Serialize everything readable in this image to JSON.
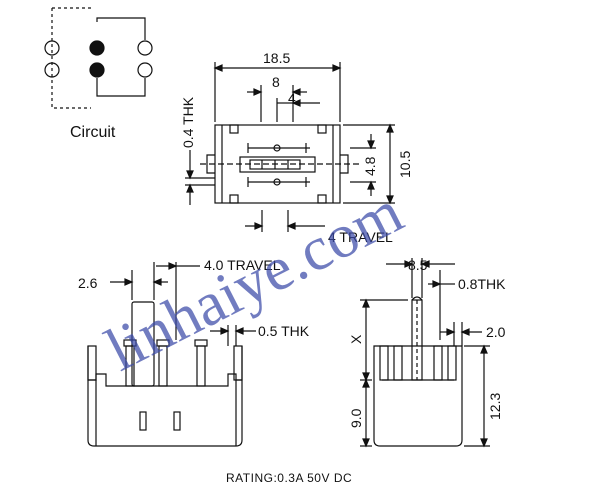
{
  "circuit": {
    "label": "Circuit"
  },
  "top_view": {
    "overall_length": "18.5",
    "pitch": "8",
    "half_pitch": "4",
    "thickness": "0.4 THK",
    "height": "10.5",
    "row_spacing": "4.8",
    "travel": "4 TRAVEL"
  },
  "front_view": {
    "actuator_width": "2.6",
    "travel": "4.0 TRAVEL",
    "terminal_thickness": "0.5 THK"
  },
  "side_view": {
    "actuator_offset": "8.5",
    "plate_thickness": "0.8THK",
    "terminal_width": "2.0",
    "actuator_height_var": "X",
    "body_height": "9.0",
    "total_height": "12.3"
  },
  "rating": "RATING:0.3A 50V DC",
  "watermark": "linhaiye.com",
  "colors": {
    "line": "#111111",
    "watermark": "#3a4aa8"
  }
}
